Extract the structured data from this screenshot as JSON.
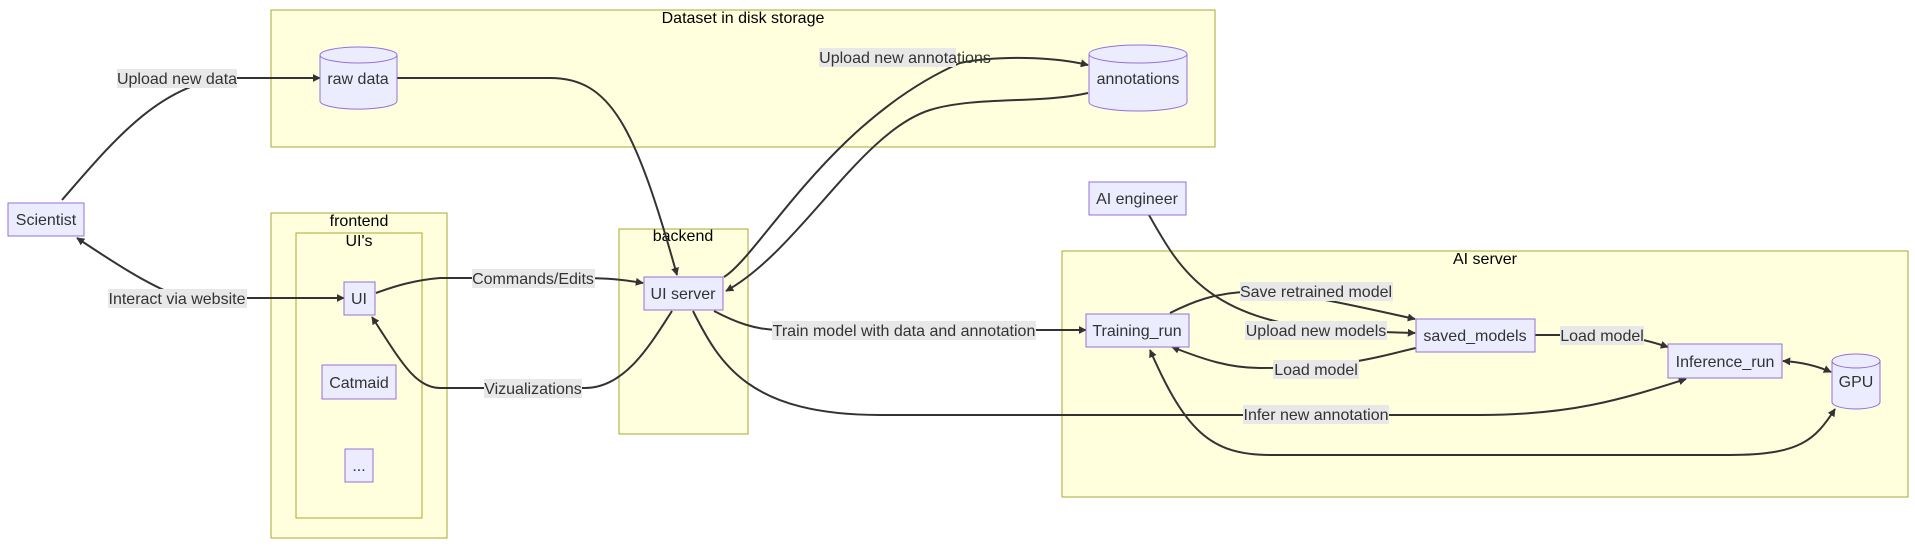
{
  "clusters": {
    "dataset": "Dataset in disk storage",
    "frontend": "frontend",
    "uis": "UI's",
    "backend": "backend",
    "ai_server": "AI server"
  },
  "nodes": {
    "scientist": "Scientist",
    "raw_data": "raw data",
    "annotations": "annotations",
    "ui": "UI",
    "catmaid": "Catmaid",
    "ellipsis": "...",
    "ui_server": "UI server",
    "ai_engineer": "AI engineer",
    "training_run": "Training_run",
    "saved_models": "saved_models",
    "inference_run": "Inference_run",
    "gpu": "GPU"
  },
  "edges": {
    "upload_new_data": "Upload new data",
    "interact_via_website": "Interact via website",
    "commands_edits": "Commands/Edits",
    "vizualizations": "Vizualizations",
    "upload_new_annotations": "Upload new annotations",
    "train_model": "Train model with data and annotation",
    "infer_new_annotation": "Infer new annotation",
    "save_retrained_model": "Save retrained model",
    "upload_new_models": "Upload new models",
    "load_model_training": "Load model",
    "load_model_inference": "Load model"
  },
  "colors": {
    "cluster_fill": "#ffffde",
    "cluster_stroke": "#aaaa33",
    "node_fill": "#ececff",
    "node_stroke": "#9370db",
    "edge": "#333333",
    "label_bg": "#e8e8e8"
  }
}
